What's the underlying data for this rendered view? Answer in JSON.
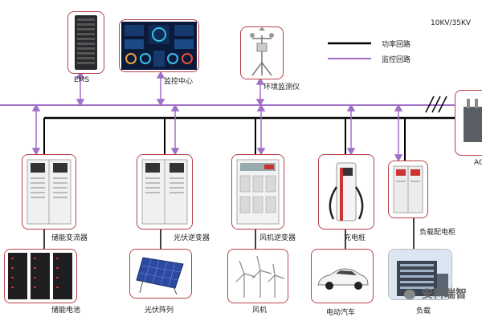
{
  "voltage": "10KV/35KV",
  "legend": {
    "power_label": "功率回路",
    "monitor_label": "监控回路",
    "power_color": "#000000",
    "monitor_color": "#a070c8"
  },
  "accent_border": "#b8424b",
  "top_devices": [
    {
      "id": "ems",
      "label": "EMS",
      "icon": "server-rack-icon"
    },
    {
      "id": "monitor-center",
      "label": "监控中心",
      "icon": "dashboard-screen-icon"
    },
    {
      "id": "env-monitor",
      "label": "环境监测仪",
      "icon": "weather-station-icon"
    }
  ],
  "mid_devices": [
    {
      "id": "storage-converter",
      "label": "储能变流器",
      "icon": "cabinet-icon"
    },
    {
      "id": "pv-inverter",
      "label": "光伏逆变器",
      "icon": "cabinet-icon"
    },
    {
      "id": "wind-inverter",
      "label": "风机逆变器",
      "icon": "cabinet-icon"
    },
    {
      "id": "charging-pile",
      "label": "充电桩",
      "icon": "charger-icon"
    },
    {
      "id": "load-cabinet",
      "label": "负载配电柜",
      "icon": "distribution-cabinet-icon"
    }
  ],
  "bottom_devices": [
    {
      "id": "battery",
      "label": "储能电池",
      "icon": "battery-rack-icon"
    },
    {
      "id": "pv-array",
      "label": "光伏阵列",
      "icon": "solar-panel-icon"
    },
    {
      "id": "wind-turbine",
      "label": "风机",
      "icon": "wind-turbine-icon"
    },
    {
      "id": "ev",
      "label": "电动汽车",
      "icon": "car-icon"
    },
    {
      "id": "load",
      "label": "负载",
      "icon": "building-icon"
    }
  ],
  "grid_label_partial": "AC",
  "watermark": "安科瑞智"
}
